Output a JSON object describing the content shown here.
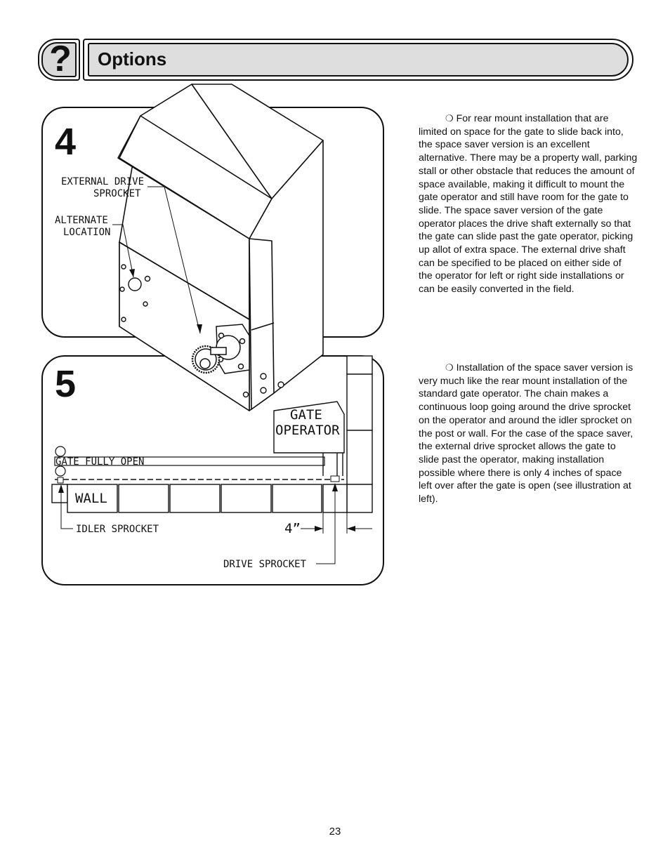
{
  "header": {
    "icon": "question-mark-icon",
    "icon_glyph": "?",
    "title": "Options"
  },
  "figure4": {
    "number": "4",
    "label_external_drive_line1": "EXTERNAL DRIVE",
    "label_external_drive_line2": "SPROCKET",
    "label_alternate_line1": "ALTERNATE",
    "label_alternate_line2": "LOCATION"
  },
  "figure5": {
    "number": "5",
    "gate_operator_line1": "GATE",
    "gate_operator_line2": "OPERATOR",
    "gate_fully_open": "GATE FULLY OPEN",
    "wall": "WALL",
    "idler_sprocket": "IDLER SPROCKET",
    "dimension": "4”",
    "drive_sprocket": "DRIVE SPROCKET"
  },
  "paragraphs": {
    "bullet_glyph": "❍",
    "p1": "For rear mount installation that are limited on space for the gate to slide back into, the space saver version is an excellent alternative. There may be a property wall, parking stall or other obstacle that reduces the amount of space available, making it difficult to mount the gate operator and still have room for the gate to slide. The space saver version of the gate operator places the drive shaft externally so that the gate can slide past the gate operator, picking up allot of extra space. The external drive shaft can be specified to be placed on either side of the operator for left or right side installations or can be easily converted in the field.",
    "p2": "Installation of the space saver version is very much like the rear mount installation of the standard gate operator. The chain makes a continuous loop going around the drive sprocket on the operator and around the idler sprocket on the post or wall. For the case of the space saver, the external drive sprocket allows the gate to slide past the operator, making installation possible where there is only 4 inches of space left over after the gate is open (see illustration at left)."
  },
  "footer": {
    "page_number": "23"
  }
}
